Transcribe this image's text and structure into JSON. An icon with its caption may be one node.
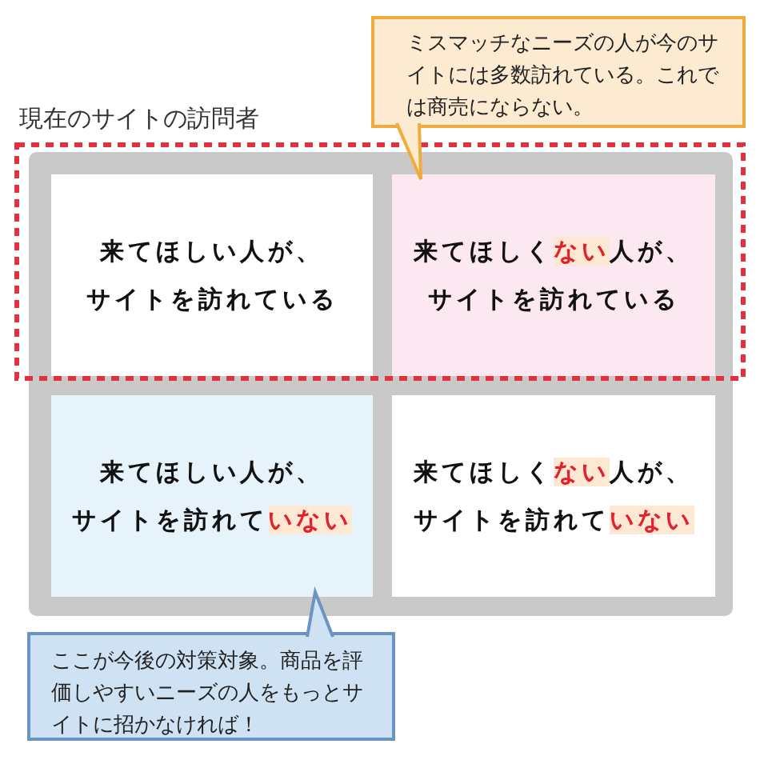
{
  "diagram": {
    "nodes": [
      {
        "text": [
          "ミスマッチなニーズの人が今のサイトには多数訪れている。これでは商売にならない。"
        ]
      },
      {
        "text": [
          "現在のサイトの訪問者"
        ]
      },
      {
        "text": [
          "来てほしい人が、サイトを訪れている"
        ],
        "in": 1
      },
      {
        "text": [
          "来てほしく**ない**人が、サイトを訪れている"
        ],
        "in": 1
      },
      {
        "text": [
          "来てほしい人が、サイトを訪れて**いない**"
        ]
      },
      {
        "text": [
          "来てほしく**ない**人が、サイトを訪れて**いない**"
        ]
      },
      {
        "text": [
          "ここが今後の対策対象。商品を評価しやすいニーズの人をもっとサイトに招かなければ！"
        ]
      }
    ],
    "edges": [
      {
        "from": 0,
        "to": 3,
        "arrow": "to",
        "color": "#f0ab3d"
      },
      {
        "from": 6,
        "to": 4,
        "arrow": "to",
        "color": "#6b93c3"
      }
    ]
  }
}
